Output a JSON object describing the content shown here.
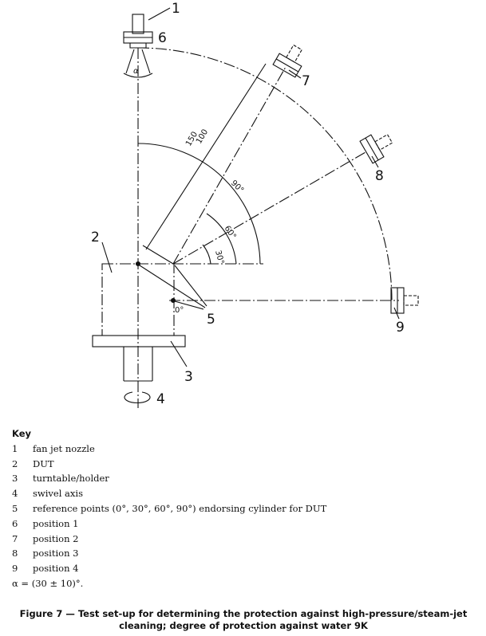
{
  "diagram": {
    "callouts": [
      "1",
      "2",
      "3",
      "4",
      "5",
      "6",
      "7",
      "8",
      "9"
    ],
    "dimensions": {
      "d150": "150",
      "d100": "100",
      "a90": "90°",
      "a60": "60°",
      "a30": "30°",
      "a0": "0°",
      "alpha": "α"
    }
  },
  "key": {
    "heading": "Key",
    "items": [
      {
        "num": "1",
        "text": "fan jet nozzle"
      },
      {
        "num": "2",
        "text": "DUT"
      },
      {
        "num": "3",
        "text": "turntable/holder"
      },
      {
        "num": "4",
        "text": "swivel axis"
      },
      {
        "num": "5",
        "text": "reference points (0°, 30°, 60°, 90°) endorsing cylinder for DUT"
      },
      {
        "num": "6",
        "text": "position 1"
      },
      {
        "num": "7",
        "text": "position 2"
      },
      {
        "num": "8",
        "text": "position 3"
      },
      {
        "num": "9",
        "text": "position 4"
      }
    ],
    "alpha_note": "α = (30 ± 10)°."
  },
  "caption": {
    "line1": "Figure 7 — Test set-up for determining the protection against high-pressure/steam-jet",
    "line2": "cleaning; degree of protection against water 9K"
  }
}
